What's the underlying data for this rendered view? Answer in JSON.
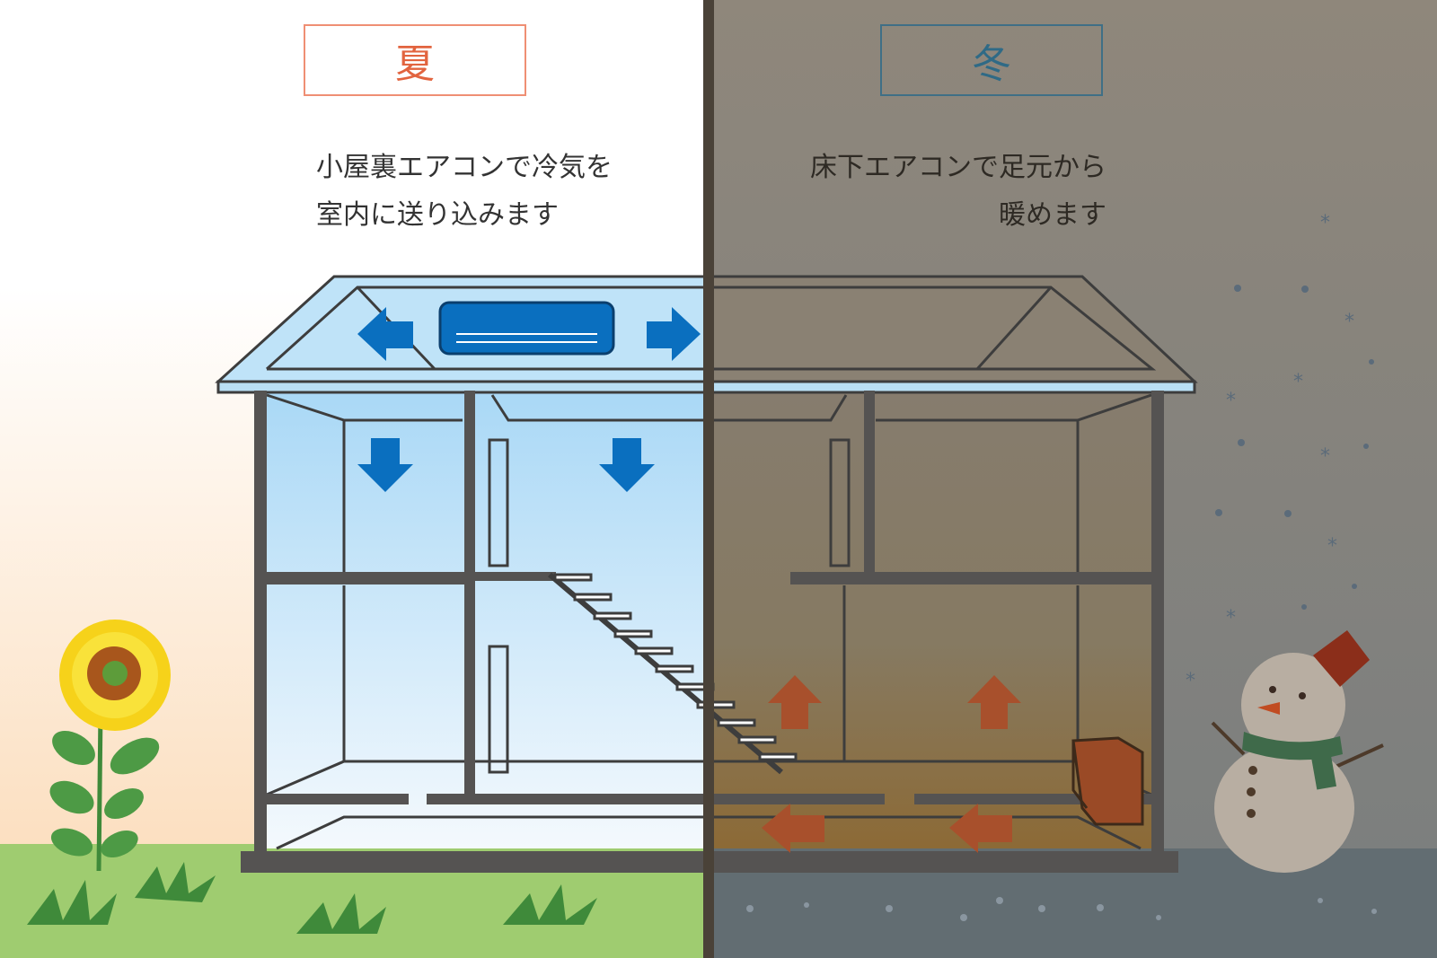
{
  "summer": {
    "title": "夏",
    "lines": [
      "小屋裏エアコンで冷気を",
      "室内に送り込みます"
    ],
    "accent_color": "#e2643f",
    "air_color": "#0a6fbf"
  },
  "winter": {
    "title": "冬",
    "lines": [
      "床下エアコンで足元から",
      "暖めます"
    ],
    "accent_color": "#2f6a86",
    "air_color": "#a8502c"
  }
}
